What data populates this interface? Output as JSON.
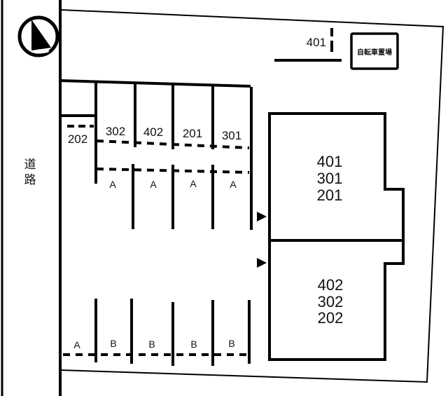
{
  "diagram": {
    "title": "駐車場配置図",
    "road_label": "道路",
    "compass": "north-arrow",
    "bicycle_parking_label": "自転車置場",
    "bicycle_marker_label": "401",
    "building_upper": {
      "units": [
        "401",
        "301",
        "201"
      ]
    },
    "building_lower": {
      "units": [
        "402",
        "302",
        "202"
      ]
    },
    "top_row": {
      "unit_labels": [
        "202",
        "302",
        "402",
        "201",
        "301"
      ],
      "type_labels": [
        "A",
        "A",
        "A",
        "A"
      ]
    },
    "bottom_row": {
      "type_labels": [
        "A",
        "B",
        "B",
        "B",
        "B"
      ]
    },
    "entrance_markers": [
      "entrance-arrow-upper",
      "entrance-arrow-lower"
    ],
    "colors": {
      "line": "#000000",
      "background": "#ffffff",
      "text": "#111111"
    }
  }
}
